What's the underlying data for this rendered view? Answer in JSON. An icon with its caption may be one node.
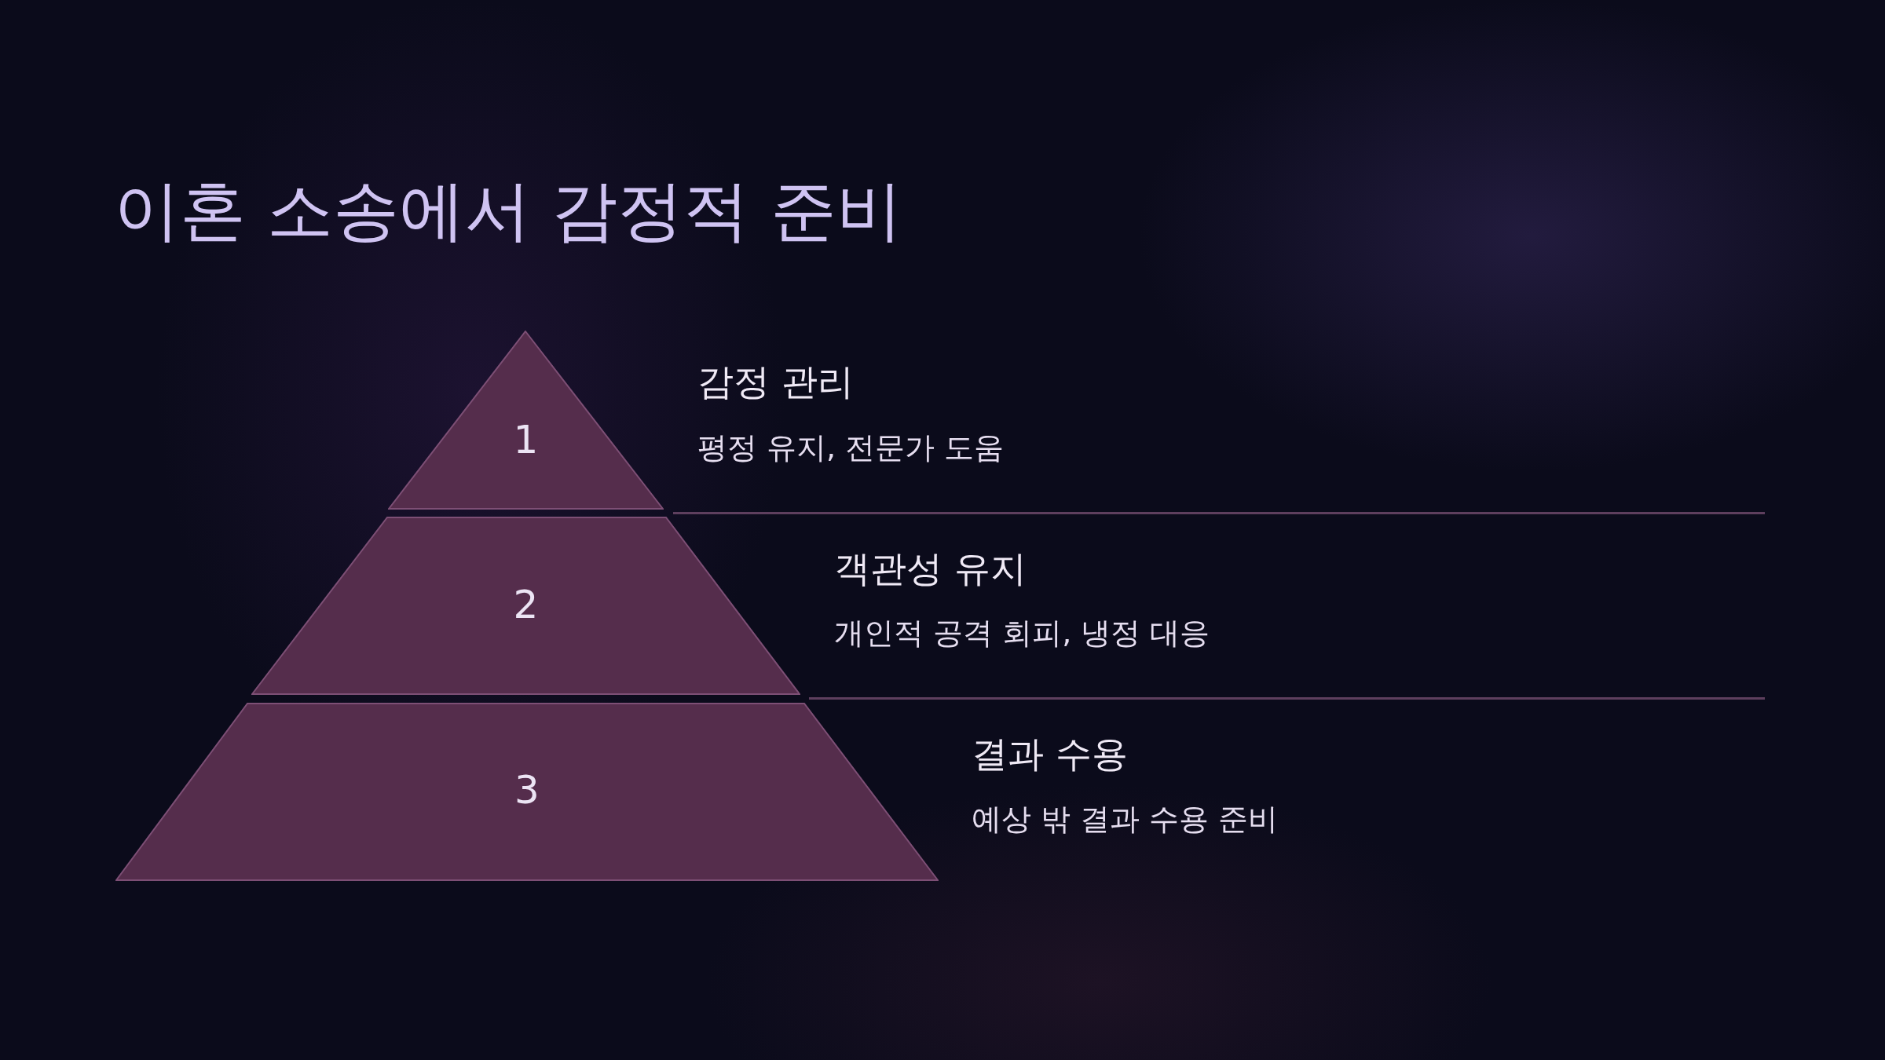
{
  "diagram": {
    "title": "이혼 소송에서 감정적 준비",
    "nodes": [
      {
        "text": [
          "1"
        ],
        "beside": [
          "감정 관리",
          "평정 유지, 전문가 도움"
        ]
      },
      {
        "text": [
          "2"
        ],
        "beside": [
          "객관성 유지",
          "개인적 공격 회피, 냉정 대응"
        ]
      },
      {
        "text": [
          "3"
        ],
        "beside": [
          "결과 수용",
          "예상 밖 결과 수용 준비"
        ]
      }
    ],
    "edges": []
  }
}
